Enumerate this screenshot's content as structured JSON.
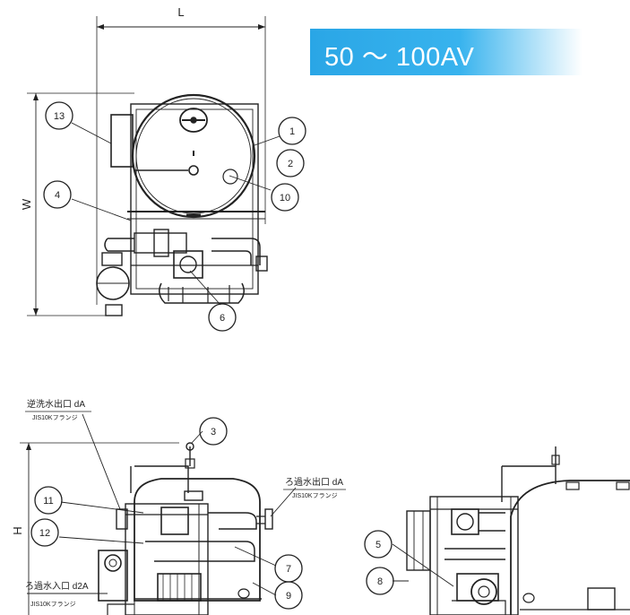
{
  "title_badge": "50 ～ 100AV",
  "dimensions": {
    "length": "L",
    "width": "W",
    "height": "H"
  },
  "callouts": {
    "c1": "1",
    "c2": "2",
    "c3": "3",
    "c4": "4",
    "c5": "5",
    "c6": "6",
    "c7": "7",
    "c8": "8",
    "c9": "9",
    "c10": "10",
    "c11": "11",
    "c12": "12",
    "c13": "13"
  },
  "ports": {
    "backwash_outlet": "逆洗水出口 dA",
    "backwash_flange": "JIS10Kフランジ",
    "filtered_outlet": "ろ過水出口 dA",
    "filtered_flange": "JIS10Kフランジ",
    "filter_inlet": "ろ過水入口 d2A",
    "inlet_flange": "JIS10Kフランジ"
  },
  "colors": {
    "badge": "#2aa6e6",
    "line": "#222222"
  }
}
